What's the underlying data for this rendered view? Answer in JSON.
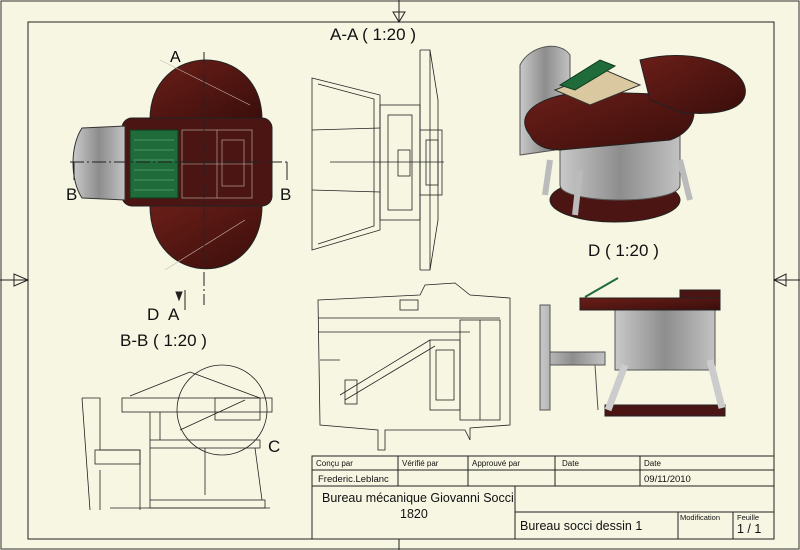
{
  "views": {
    "section_aa": "A-A ( 1:20 )",
    "section_bb": "B-B ( 1:20 )",
    "detail_d": "D ( 1:20 )",
    "label_a_top": "A",
    "label_b_left": "B",
    "label_b_right": "B",
    "label_d": "D",
    "label_a_bottom": "A",
    "label_c": "C"
  },
  "title_block": {
    "concu_par_label": "Conçu par",
    "verifie_par_label": "Vérifié par",
    "approuve_par_label": "Approuvé par",
    "date_label_1": "Date",
    "date_label_2": "Date",
    "designer": "Frederic.Leblanc",
    "date_value": "09/11/2010",
    "title_line1": "Bureau mécanique Giovanni Socci",
    "title_line2": "1820",
    "drawing_name": "Bureau socci dessin 1",
    "modification_label": "Modification",
    "feuille_label": "Feuille",
    "sheet_number": "1 / 1"
  },
  "colors": {
    "paper": "#f7f6e3",
    "line": "#222222",
    "wood": "#5a1a16",
    "wood_dark": "#3a0e0b",
    "green_panel": "#1f6b3a",
    "grey_metal": "#9a9a9a",
    "leather": "#d9c8a0"
  }
}
